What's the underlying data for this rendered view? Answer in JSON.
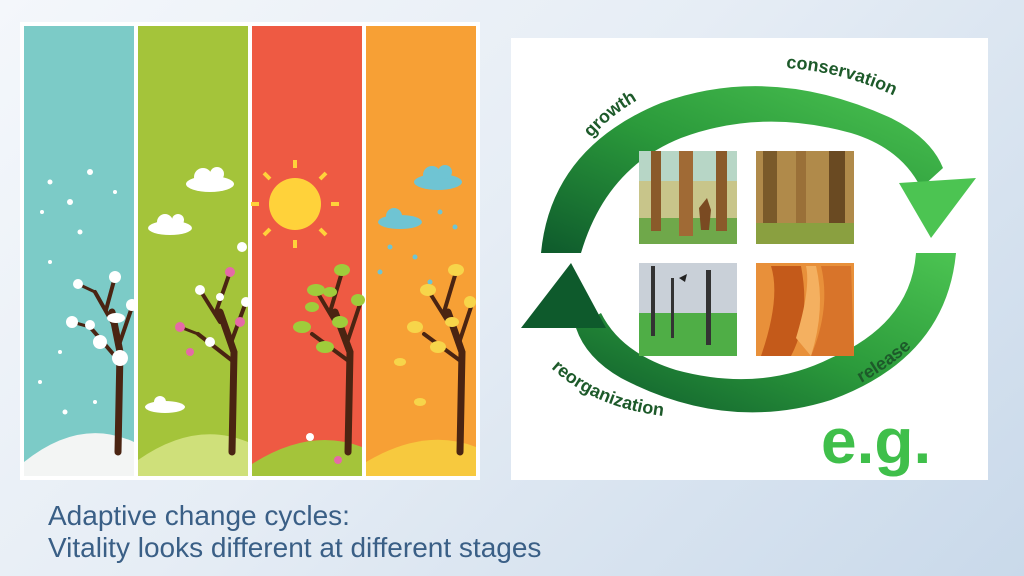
{
  "slide": {
    "caption_line1": "Adaptive change cycles:",
    "caption_line2": "Vitality looks different at different stages"
  },
  "seasons": [
    {
      "name": "winter-strip",
      "color": "#7ccbc7"
    },
    {
      "name": "spring-strip",
      "color": "#a4c43a"
    },
    {
      "name": "summer-strip",
      "color": "#ee5a43"
    },
    {
      "name": "autumn-strip",
      "color": "#f7a035"
    }
  ],
  "cycle": {
    "labels": {
      "growth": "growth",
      "conservation": "conservation",
      "release": "release",
      "reorganization": "reorganization"
    },
    "eg": "e.g.",
    "colors": {
      "arrow_light": "#4cc452",
      "arrow_dark": "#0e5a2c",
      "label": "#1d5a2a"
    }
  }
}
